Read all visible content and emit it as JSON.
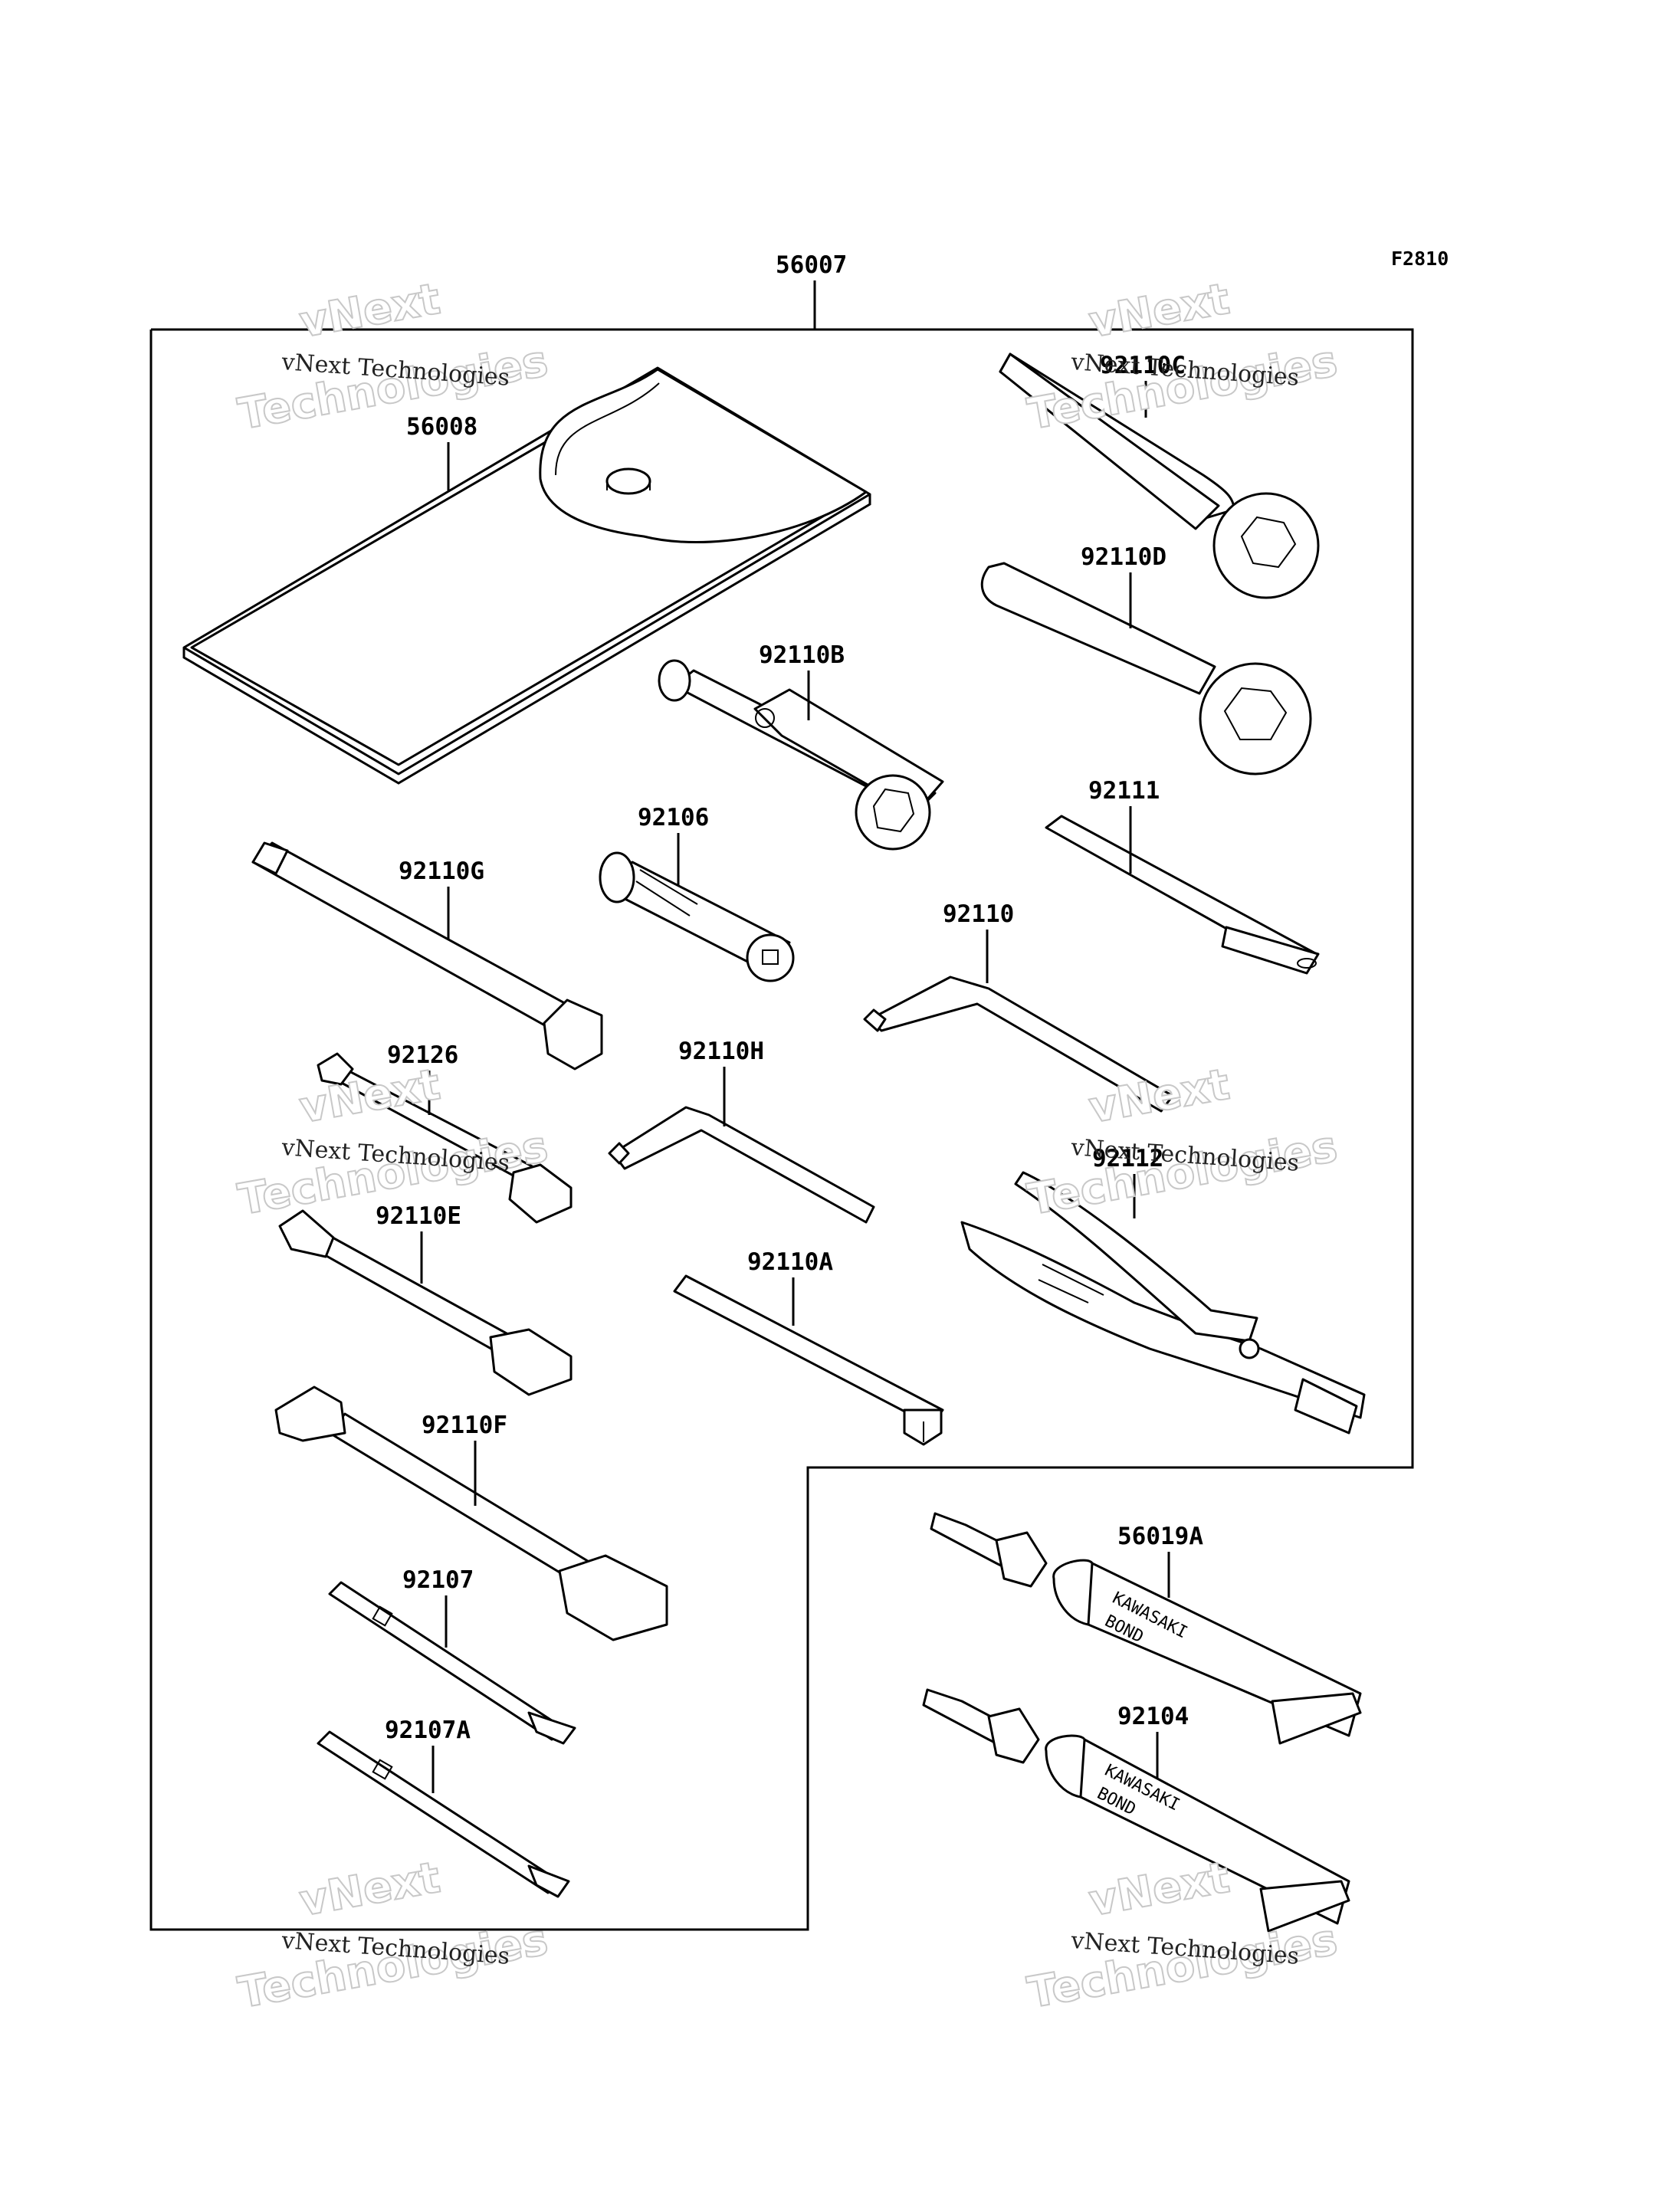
{
  "reference_code": "F2810",
  "assembly": {
    "number": "56007"
  },
  "parts": [
    {
      "id": "p56008",
      "number": "56008"
    },
    {
      "id": "p92110C",
      "number": "92110C"
    },
    {
      "id": "p92110D",
      "number": "92110D"
    },
    {
      "id": "p92110B",
      "number": "92110B"
    },
    {
      "id": "p92106",
      "number": "92106"
    },
    {
      "id": "p92111",
      "number": "92111"
    },
    {
      "id": "p92110G",
      "number": "92110G"
    },
    {
      "id": "p92110",
      "number": "92110"
    },
    {
      "id": "p92126",
      "number": "92126"
    },
    {
      "id": "p92110H",
      "number": "92110H"
    },
    {
      "id": "p92112",
      "number": "92112"
    },
    {
      "id": "p92110E",
      "number": "92110E"
    },
    {
      "id": "p92110A",
      "number": "92110A"
    },
    {
      "id": "p92110F",
      "number": "92110F"
    },
    {
      "id": "p92107",
      "number": "92107"
    },
    {
      "id": "p92107A",
      "number": "92107A"
    },
    {
      "id": "p56019A",
      "number": "56019A"
    },
    {
      "id": "p92104",
      "number": "92104"
    }
  ],
  "tube_printing": {
    "line1": "KAWASAKI",
    "line2": "BOND"
  },
  "watermark": {
    "line1": "vNext Technologies",
    "line2": "vNext",
    "line3": "Technologies"
  },
  "colors": {
    "ink": "#000000",
    "background": "#ffffff",
    "watermark": "#c8c8c8"
  }
}
